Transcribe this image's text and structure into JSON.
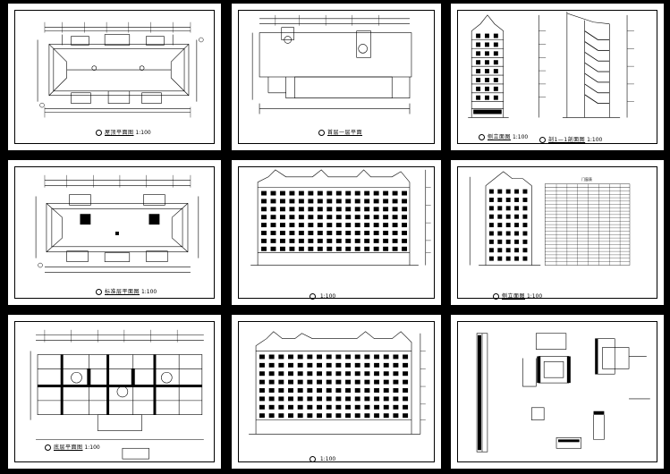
{
  "drawings": [
    {
      "id": "roof-plan",
      "title_text": "屋顶平面图",
      "scale": "1:100"
    },
    {
      "id": "first-floor-plan",
      "title_text": "首层一层平面",
      "scale": ""
    },
    {
      "id": "side-elevation-section",
      "title_text": "侧立面图",
      "scale": "1:100",
      "title_text_2": "剖1—1剖面图",
      "scale_2": "1:100"
    },
    {
      "id": "standard-floor-plan",
      "title_text": "标准层平面图",
      "scale": "1:100"
    },
    {
      "id": "front-elevation",
      "title_text": "",
      "scale": "1:100"
    },
    {
      "id": "elevation-door-window-table",
      "title_text": "侧立面图",
      "scale": "1:100",
      "table_title": "门窗表"
    },
    {
      "id": "ground-floor-plan",
      "title_text": "底层平面图",
      "scale": "1:100"
    },
    {
      "id": "rear-elevation",
      "title_text": "",
      "scale": "1:100"
    },
    {
      "id": "details",
      "title_text": "",
      "scale": ""
    }
  ],
  "colors": {
    "background": "#000000",
    "sheet": "#ffffff",
    "line": "#000000"
  }
}
